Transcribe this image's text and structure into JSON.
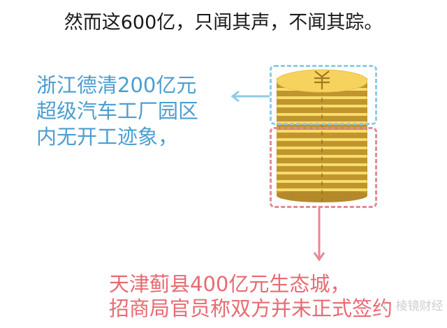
{
  "title": "然而这600亿，只闻其声，不闻其踪。",
  "left_annotation": {
    "lines": [
      "浙江德清200亿元",
      "超级汽车工厂园区",
      "内无开工迹象，"
    ],
    "color": "#4c9ed1"
  },
  "bottom_annotation": {
    "lines": [
      "天津蓟县400亿元生态城，",
      "招商局官员称双方并未正式签约"
    ],
    "color": "#e86a72"
  },
  "coin_stack": {
    "symbol": "¥",
    "coin_count": 14,
    "top_group_count": 5,
    "bottom_group_count": 9,
    "colors": {
      "face": "#f6d35e",
      "edge_dark": "#c0952e",
      "edge_light": "#f8dc6e"
    }
  },
  "watermark": "☾ 棱镜财经"
}
